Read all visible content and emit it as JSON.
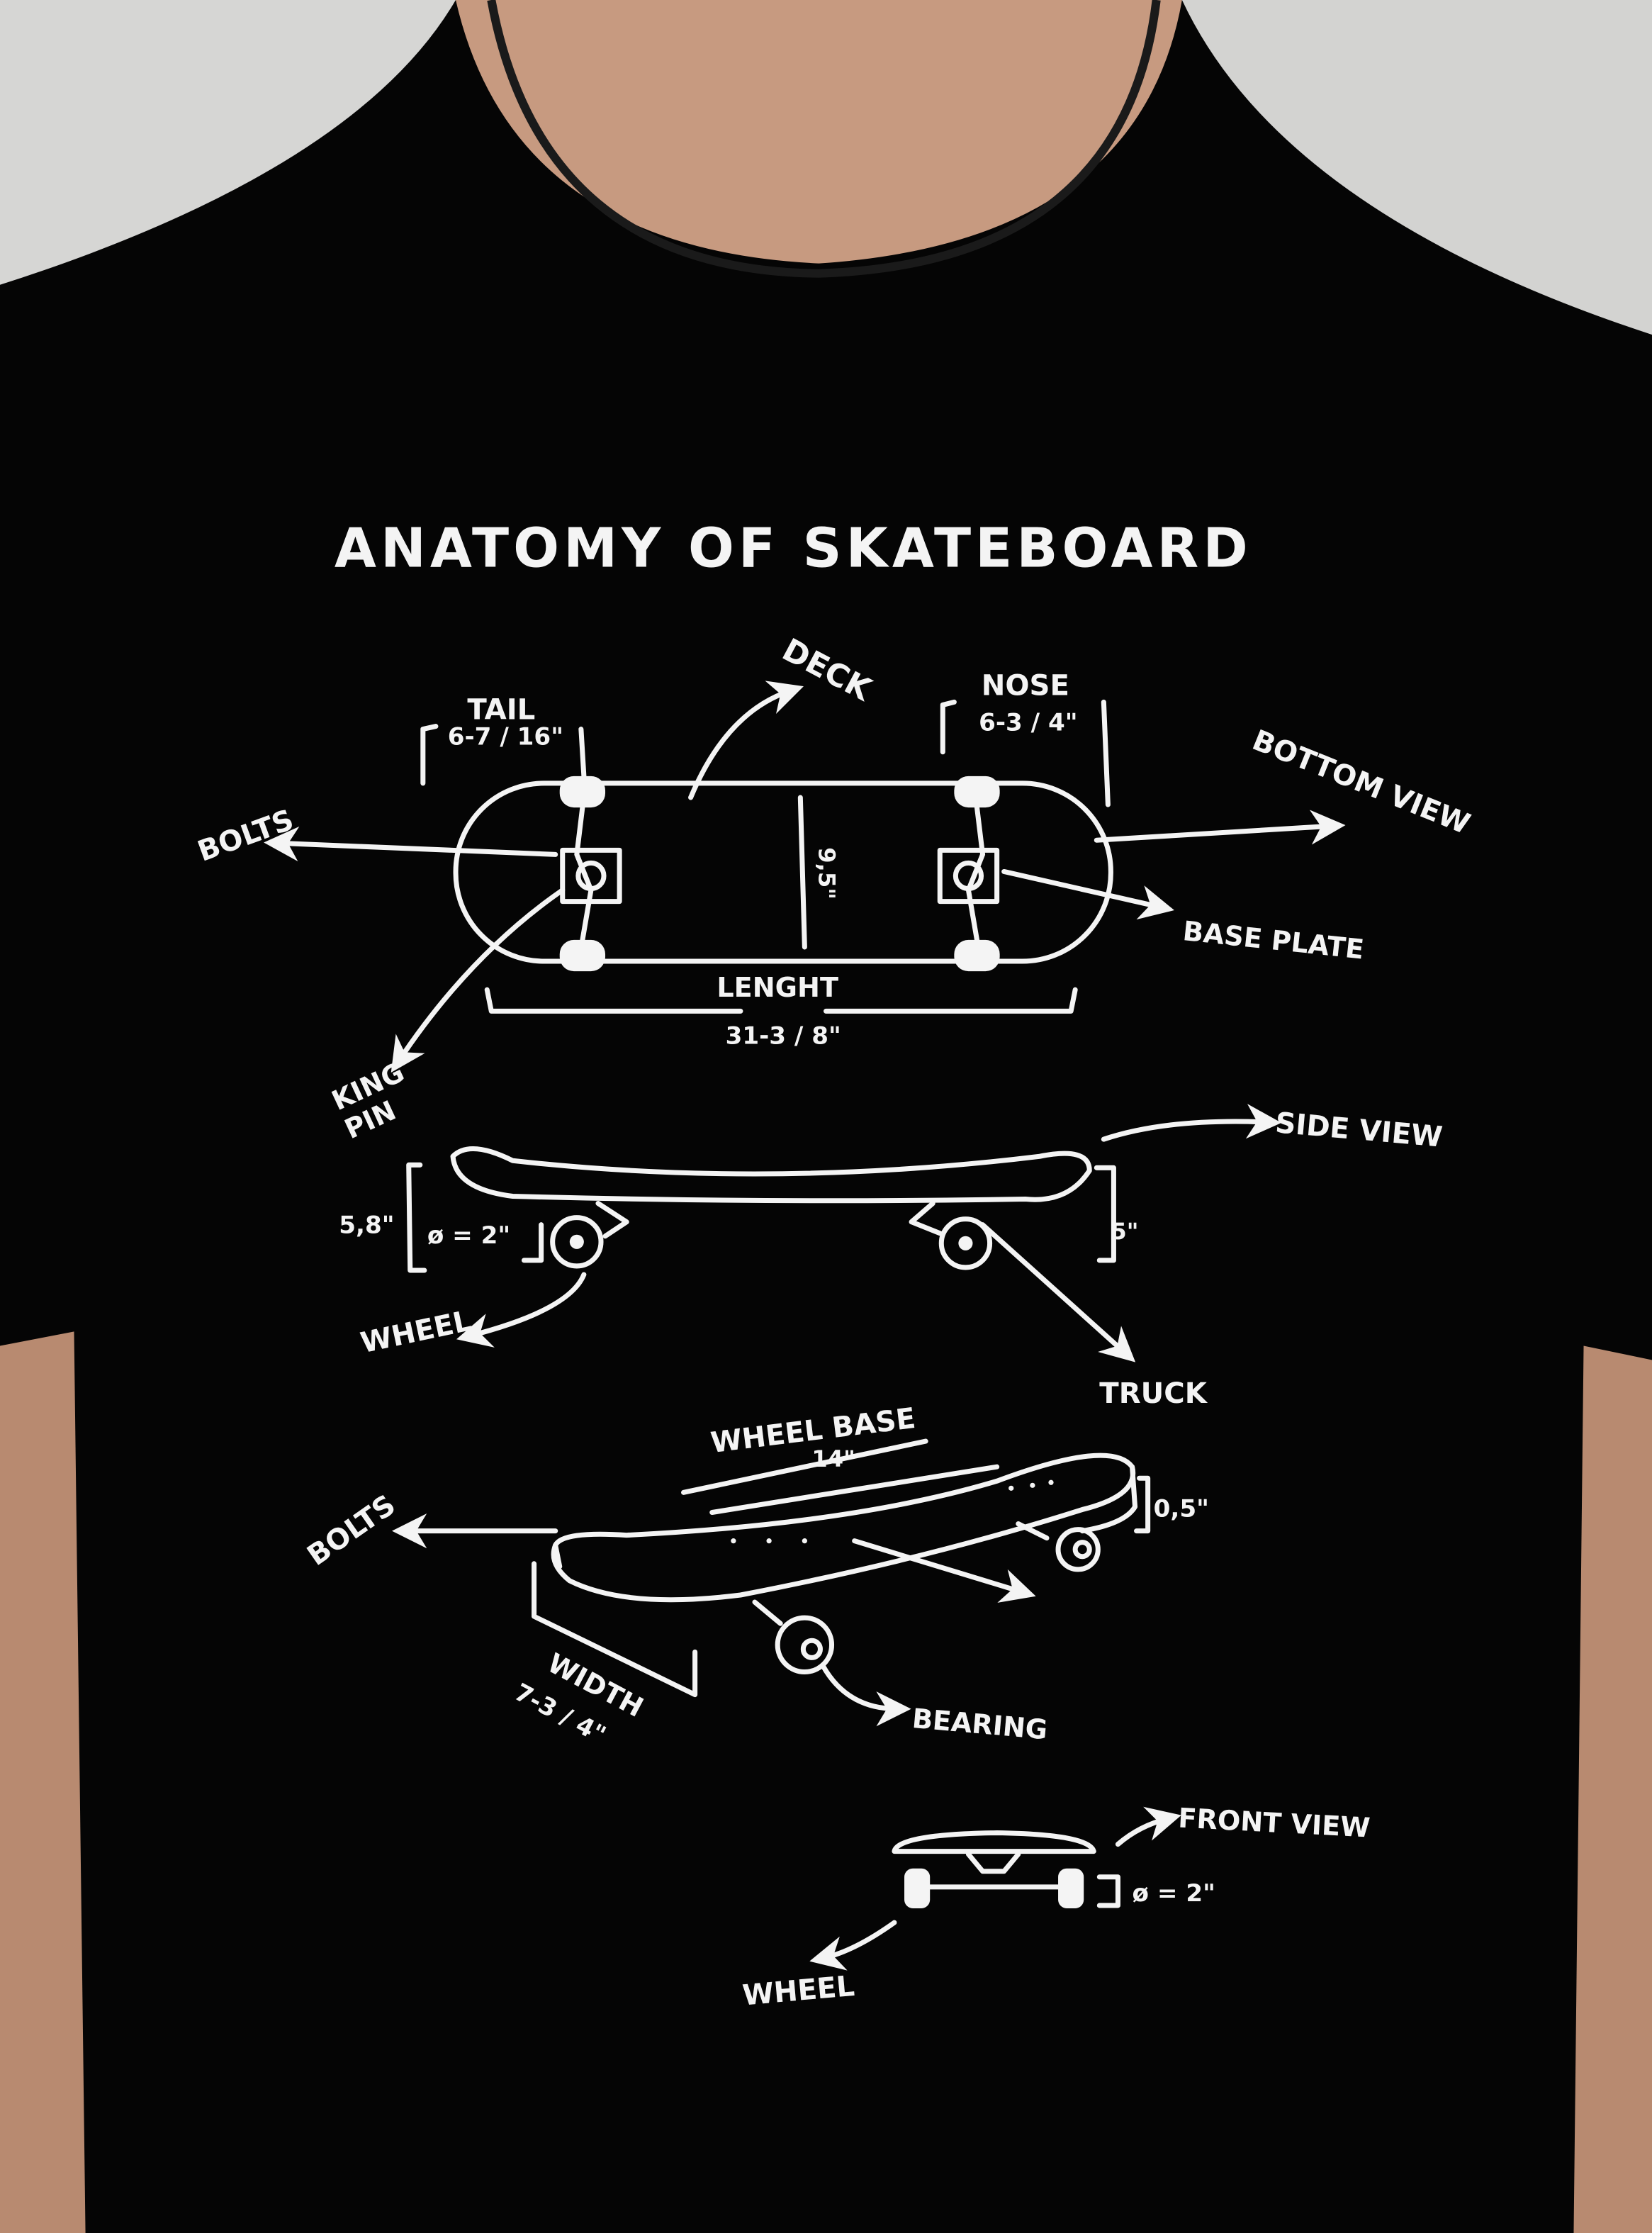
{
  "colors": {
    "shirt": "#050505",
    "print": "#f4f4f4",
    "wall": "#d6d6d4",
    "skin": "#c79a80"
  },
  "print": {
    "title": "ANATOMY OF SKATEBOARD",
    "bottom_view": {
      "tail": "TAIL",
      "tail_size": "6-7 / 16\"",
      "deck": "DECK",
      "nose": "NOSE",
      "nose_size": "6-3 / 4\"",
      "view": "BOTTOM VIEW",
      "bolts": "BOLTS",
      "width": "9,5\"",
      "base_plate": "BASE PLATE",
      "length": "LENGHT",
      "length_size": "31-3 / 8\"",
      "king": "KING",
      "pin": "PIN"
    },
    "side_view": {
      "view": "SIDE VIEW",
      "height": "5,8\"",
      "wheel_dia": "ø = 2\"",
      "height_right": "5\"",
      "wheel": "WHEEL",
      "truck": "TRUCK"
    },
    "perspective": {
      "wheel_base": "WHEEL BASE",
      "wheel_base_size": "14\"",
      "thickness": "0,5\"",
      "bolts": "BOLTS",
      "width": "WIDTH",
      "width_size": "7-3 / 4\"",
      "bearing": "BEARING"
    },
    "front_view": {
      "view": "FRONT VIEW",
      "wheel_dia": "ø = 2\"",
      "wheel": "WHEEL"
    }
  }
}
